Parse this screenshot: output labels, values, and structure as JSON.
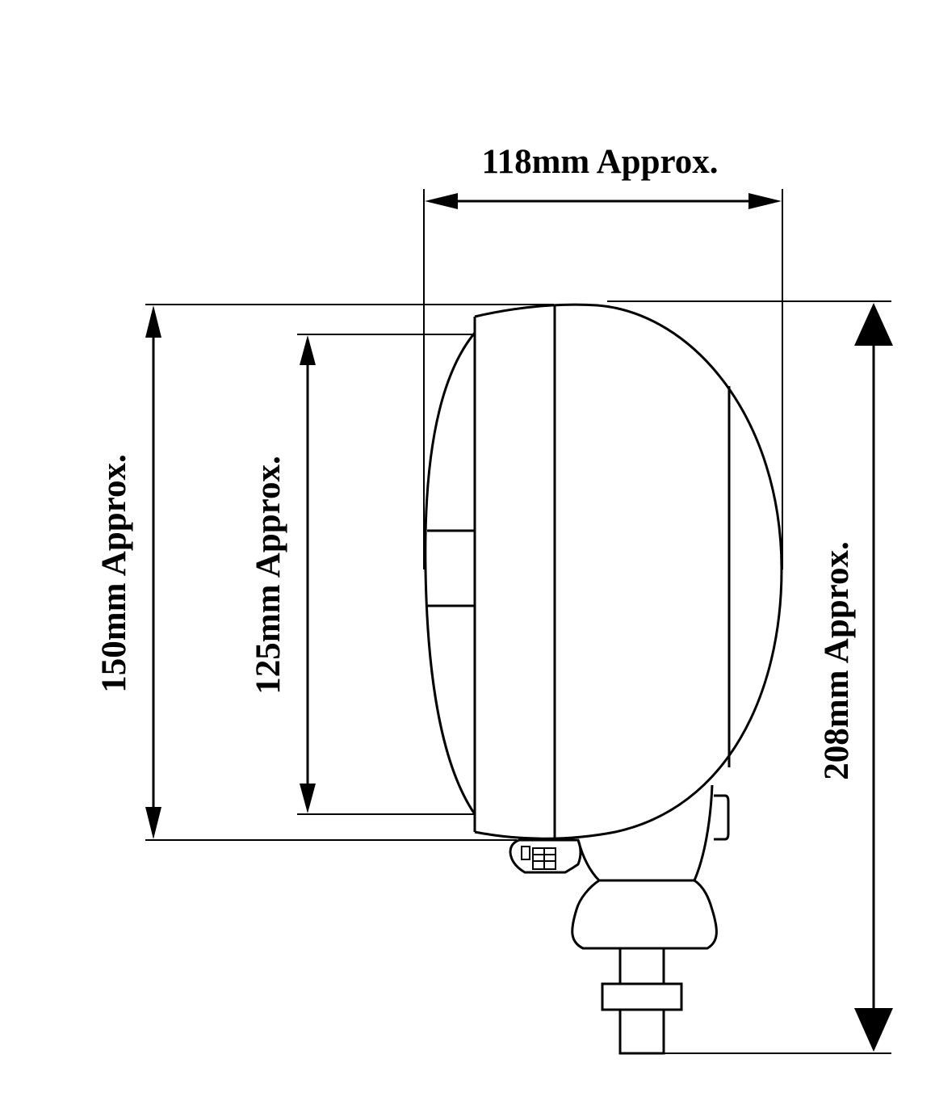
{
  "dimensions": {
    "width_label": "118mm Approx.",
    "height_outer_label": "150mm Approx.",
    "height_inner_label": "125mm Approx.",
    "height_total_label": "208mm Approx."
  },
  "colors": {
    "line": "#000000",
    "background": "#ffffff"
  }
}
